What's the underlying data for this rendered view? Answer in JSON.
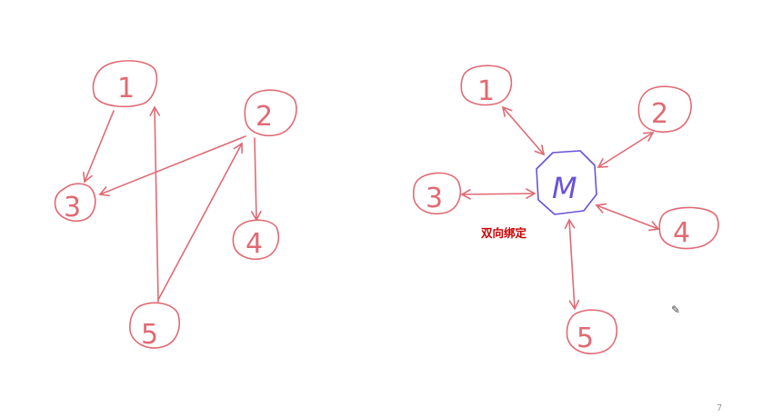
{
  "left_diagram": {
    "nodes": {
      "n1": "1",
      "n2": "2",
      "n3": "3",
      "n4": "4",
      "n5": "5"
    }
  },
  "right_diagram": {
    "center": "M",
    "nodes": {
      "n1": "1",
      "n2": "2",
      "n3": "3",
      "n4": "4",
      "n5": "5"
    },
    "caption": "双向绑定"
  },
  "slide": {
    "page_number": "7",
    "pencil_icon": "pencil-icon"
  },
  "colors": {
    "stroke": "#e06a74",
    "center_stroke": "#6a52d8",
    "caption": "#cc0000"
  }
}
